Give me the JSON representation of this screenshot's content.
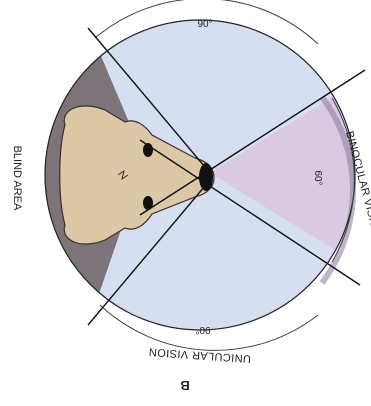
{
  "figure": {
    "angle_top": "90°",
    "angle_bottom": "90°",
    "angle_right": "60°",
    "label_blind": "BLIND AREA",
    "label_binocular": "BINOCULAR VISION",
    "label_unicular": "UNICULAR VISION",
    "panel_letter": "B",
    "colors": {
      "unicular_field": "#d6def2",
      "binocular_field": "#d9c9e3",
      "blind_area": "#7d7479",
      "horse_body": "#dcc7a6",
      "outline": "#1a1a1a"
    }
  }
}
